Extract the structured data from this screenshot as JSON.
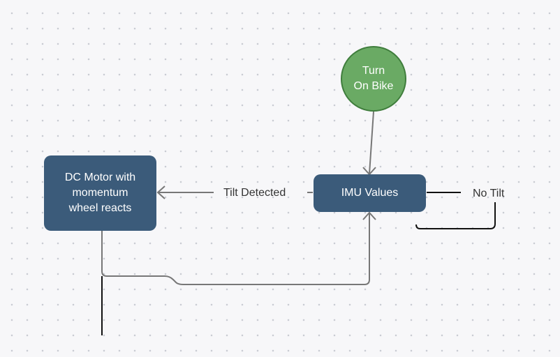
{
  "canvas": {
    "background": "#f7f7f9",
    "dot_color": "#c9ccd3"
  },
  "nodes": {
    "start": {
      "label": "Turn\nOn Bike",
      "shape": "circle",
      "fill": "#6aaa64",
      "border": "#3f7d3c"
    },
    "imu": {
      "label": "IMU Values",
      "shape": "rounded-rectangle",
      "fill": "#3b5b7a"
    },
    "dc_motor": {
      "label": "DC Motor with\nmomentum\nwheel reacts",
      "shape": "rounded-rectangle",
      "fill": "#3b5b7a"
    }
  },
  "edges": {
    "start_to_imu": {
      "from": "start",
      "to": "imu",
      "color": "#777777"
    },
    "imu_to_dc": {
      "from": "imu",
      "to": "dc_motor",
      "label": "Tilt Detected",
      "color": "#777777"
    },
    "dc_to_imu": {
      "from": "dc_motor",
      "to": "imu",
      "color": "#777777"
    },
    "imu_no_tilt": {
      "from": "imu",
      "to": "imu",
      "label": "No Tilt",
      "color": "#111111"
    }
  }
}
